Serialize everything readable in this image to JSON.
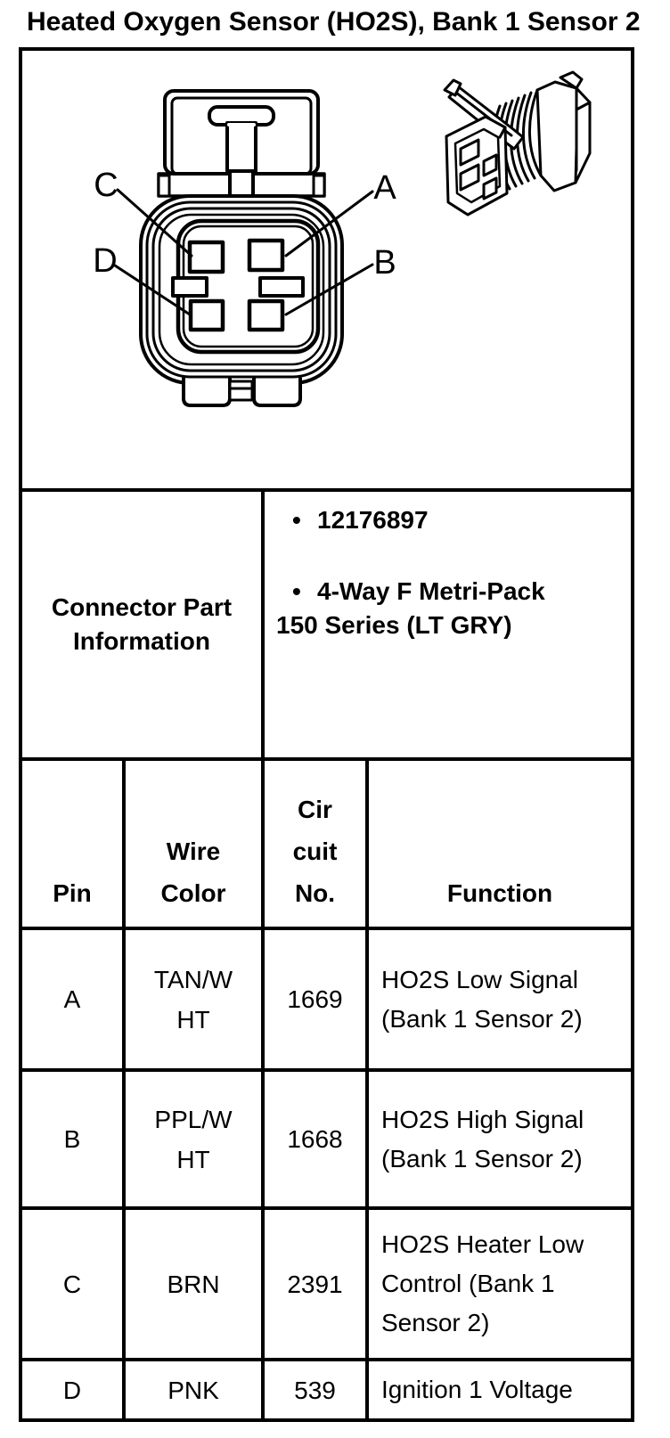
{
  "page": {
    "title": "Heated Oxygen Sensor (HO2S), Bank 1 Sensor 2"
  },
  "colors": {
    "ink": "#000000",
    "paper": "#ffffff"
  },
  "diagram": {
    "labels": [
      "C",
      "A",
      "D",
      "B"
    ]
  },
  "part_info": {
    "header": "Connector Part\nInformation",
    "bullet_glyph": "•",
    "bullets": [
      {
        "text": "12176897",
        "continuation": ""
      },
      {
        "text": "4-Way F Metri-Pack",
        "continuation": "150 Series (LT GRY)"
      }
    ]
  },
  "pin_table": {
    "headers": {
      "pin": "Pin",
      "wire_color": "Wire\nColor",
      "circuit_no": "Cir\ncuit\nNo.",
      "function": "Function"
    },
    "rows": [
      {
        "pin": "A",
        "wire_color": "TAN/W\nHT",
        "circuit": "1669",
        "function": "HO2S Low Signal\n(Bank 1 Sensor 2)"
      },
      {
        "pin": "B",
        "wire_color": "PPL/W\nHT",
        "circuit": "1668",
        "function": "HO2S High Signal\n(Bank 1 Sensor 2)"
      },
      {
        "pin": "C",
        "wire_color": "BRN",
        "circuit": "2391",
        "function": "HO2S Heater Low\nControl (Bank 1\nSensor 2)"
      },
      {
        "pin": "D",
        "wire_color": "PNK",
        "circuit": "539",
        "function": "Ignition 1 Voltage"
      }
    ]
  }
}
